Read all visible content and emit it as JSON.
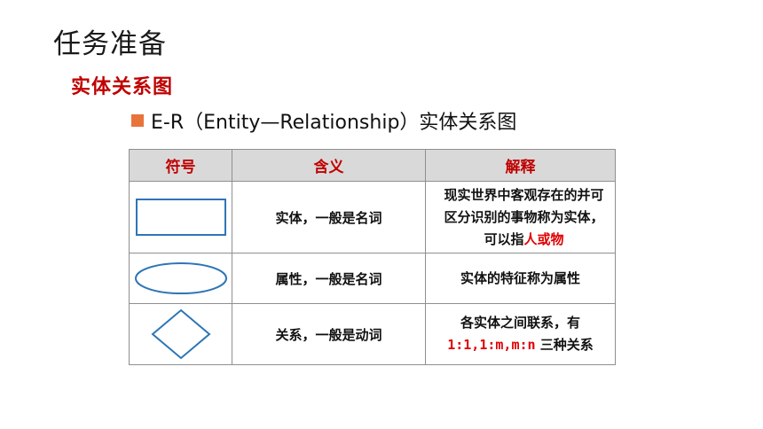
{
  "page": {
    "title": "任务准备",
    "section_title": "实体关系图",
    "bullet_text": "E-R（Entity—Relationship）实体关系图"
  },
  "table": {
    "headers": [
      "符号",
      "含义",
      "解释"
    ],
    "rows": [
      {
        "symbol": "rectangle-icon",
        "meaning": "实体，一般是名词",
        "explain_line1": "现实世界中客观存在的并可",
        "explain_line2": "区分识别的事物称为实体，",
        "explain_line3_prefix": "可以指",
        "explain_line3_highlight": "人或物"
      },
      {
        "symbol": "ellipse-icon",
        "meaning": "属性，一般是名词",
        "explain_line1": "实体的特征称为属性"
      },
      {
        "symbol": "diamond-icon",
        "meaning": "关系，一般是动词",
        "explain_line1": "各实体之间联系，有",
        "explain_line2_highlight": "1:1,1:m,m:n",
        "explain_line2_suffix": " 三种关系"
      }
    ]
  },
  "colors": {
    "title": "#1a1a1a",
    "accent_red": "#c00000",
    "highlight_red": "#e00000",
    "bullet_orange": "#e8743b",
    "shape_blue": "#2e75b6",
    "header_bg": "#d9d9d9",
    "border": "#8f8f8f"
  }
}
